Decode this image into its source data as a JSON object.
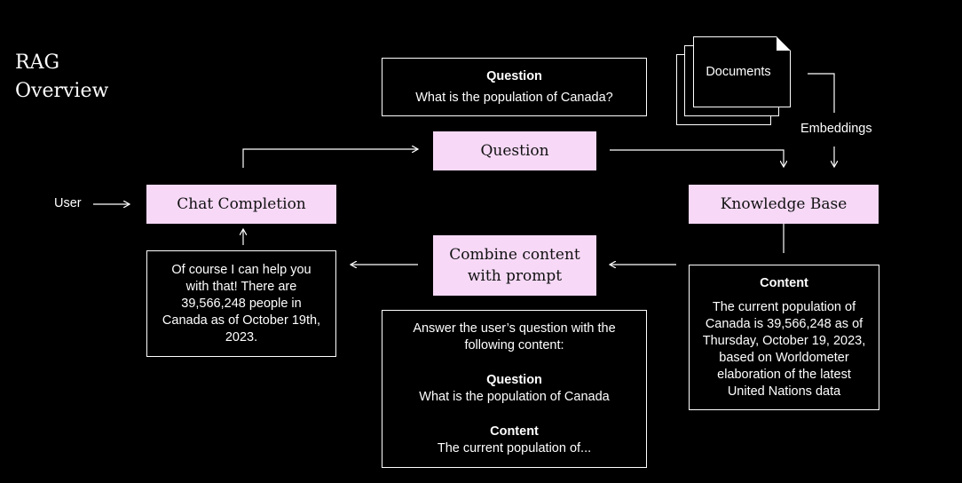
{
  "title": {
    "line1": "RAG",
    "line2": "Overview"
  },
  "user_label": "User",
  "embeddings_label": "Embeddings",
  "question_box": {
    "heading": "Question",
    "text": "What is the population of Canada?"
  },
  "documents_label": "Documents",
  "nodes": {
    "question": "Question",
    "chat_completion": "Chat Completion",
    "knowledge_base": "Knowledge Base",
    "combine_line1": "Combine content",
    "combine_line2": "with prompt"
  },
  "answer_box": {
    "line1": "Of course I can help you",
    "line2": "with that! There are",
    "line3": "39,566,248 people in",
    "line4": "Canada as of October 19th,",
    "line5": "2023."
  },
  "content_box": {
    "heading": "Content",
    "line1": "The current population of",
    "line2": "Canada is 39,566,248 as of",
    "line3": "Thursday, October 19, 2023,",
    "line4": "based on Worldometer",
    "line5": "elaboration of the latest",
    "line6": "United Nations data"
  },
  "prompt_box": {
    "line1": "Answer the user’s question with the",
    "line2": "following content:",
    "question_heading": "Question",
    "question_text": "What is the population of Canada",
    "content_heading": "Content",
    "content_text": "The current population of..."
  },
  "colors": {
    "background": "#000000",
    "node_fill": "#f7d9f7",
    "line": "#ffffff"
  }
}
